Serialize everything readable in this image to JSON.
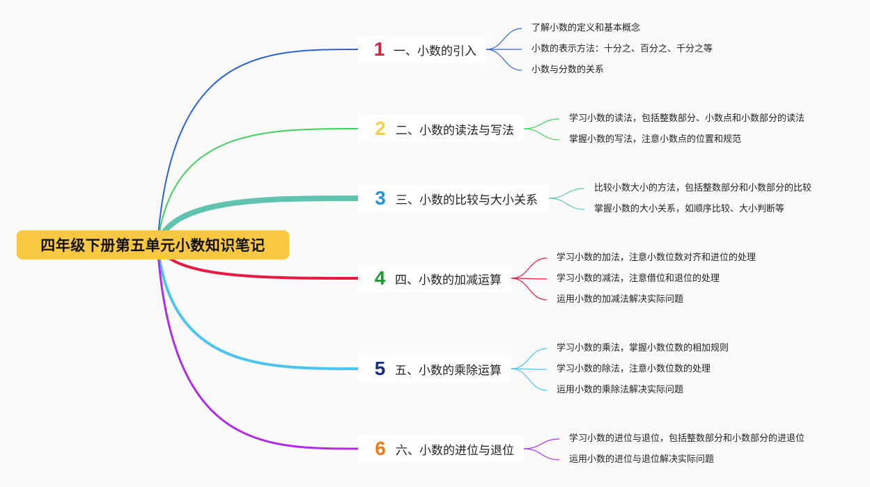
{
  "root": {
    "title": "四年级下册第五单元小数知识笔记"
  },
  "branches": [
    {
      "num": "1",
      "label": "一、小数的引入",
      "color": "#2a62d9",
      "num_color": "#d9243c",
      "leaves": [
        "了解小数的定义和基本概念",
        "小数的表示方法：十分之、百分之、千分之等",
        "小数与分数的关系"
      ]
    },
    {
      "num": "2",
      "label": "二、小数的读法与写法",
      "color": "#3fcf5a",
      "num_color": "#f2cf4a",
      "leaves": [
        "学习小数的读法，包括整数部分、小数点和小数部分的读法",
        "掌握小数的写法，注意小数点的位置和规范"
      ]
    },
    {
      "num": "3",
      "label": "三、小数的比较与大小关系",
      "color": "#5fc3b0",
      "num_color": "#2196d3",
      "leaves": [
        "比较小数大小的方法，包括整数部分和小数部分的比较",
        "掌握小数的大小关系，如顺序比较、大小判断等"
      ]
    },
    {
      "num": "4",
      "label": "四、小数的加减运算",
      "color": "#e8193e",
      "num_color": "#1a9c2a",
      "leaves": [
        "学习小数的加法，注意小数位数对齐和进位的处理",
        "学习小数的减法，注意借位和退位的处理",
        "运用小数的加减法解决实际问题"
      ]
    },
    {
      "num": "5",
      "label": "五、小数的乘除运算",
      "color": "#4cc4ef",
      "num_color": "#1b2f7a",
      "leaves": [
        "学习小数的乘法，掌握小数位数的相加规则",
        "学习小数的除法，注意小数位数的处理",
        "运用小数的乘除法解决实际问题"
      ]
    },
    {
      "num": "6",
      "label": "六、小数的进位与退位",
      "color": "#b02bea",
      "num_color": "#f07a1a",
      "leaves": [
        "学习小数的进位与退位，包括整数部分和小数部分的进退位",
        "运用小数的进位与退位解决实际问题"
      ]
    }
  ]
}
